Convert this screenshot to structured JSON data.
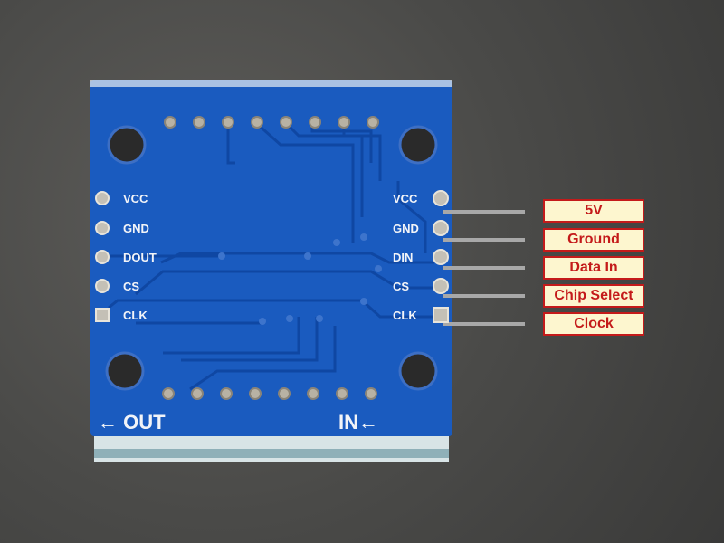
{
  "board": {
    "left_header": [
      "VCC",
      "GND",
      "DOUT",
      "CS",
      "CLK"
    ],
    "right_header": [
      "VCC",
      "GND",
      "DIN",
      "CS",
      "CLK"
    ],
    "out_label": "← OUT",
    "in_label": "IN←"
  },
  "pin_labels": [
    "5V",
    "Ground",
    "Data In",
    "Chip Select",
    "Clock"
  ],
  "colors": {
    "pcb": "#1a5bbf",
    "label_fill": "#fdf6cf",
    "label_border": "#c41a1a"
  }
}
